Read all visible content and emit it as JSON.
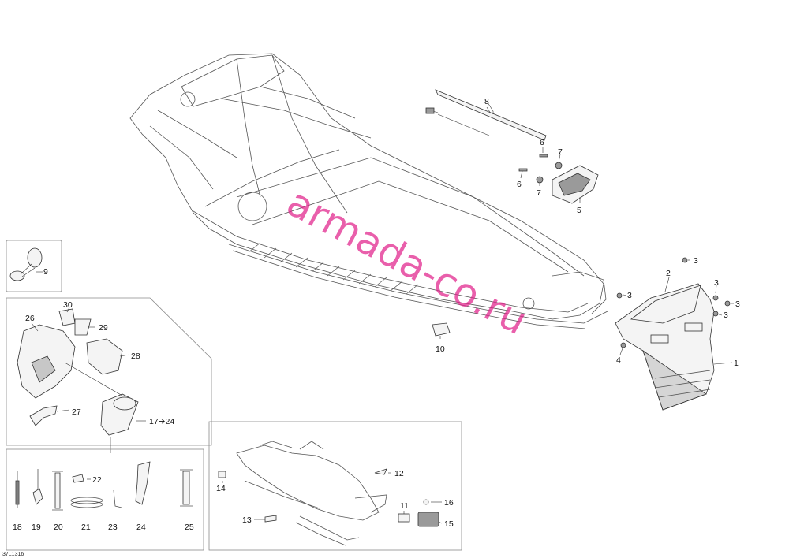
{
  "diagram": {
    "reference": "37L1316",
    "watermark": "armada-co.ru",
    "callouts": {
      "c1": "1",
      "c2": "2",
      "c3a": "3",
      "c3b": "3",
      "c3c": "3",
      "c3d": "3",
      "c3e": "3",
      "c4": "4",
      "c5": "5",
      "c6a": "6",
      "c6b": "6",
      "c7a": "7",
      "c7b": "7",
      "c8": "8",
      "c9": "9",
      "c10": "10",
      "c11": "11",
      "c12": "12",
      "c13": "13",
      "c14": "14",
      "c15": "15",
      "c16": "16",
      "c17": "17➔24",
      "c18": "18",
      "c19": "19",
      "c20": "20",
      "c21": "21",
      "c22": "22",
      "c23": "23",
      "c24": "24",
      "c25": "25",
      "c26": "26",
      "c27": "27",
      "c28": "28",
      "c29": "29",
      "c30": "30"
    }
  }
}
